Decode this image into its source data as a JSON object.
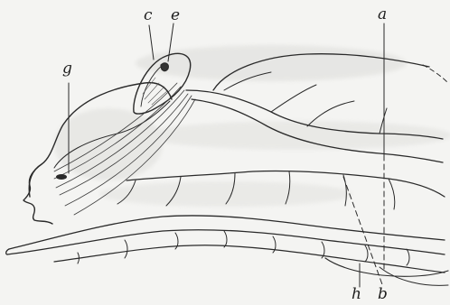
{
  "figure": {
    "labels": {
      "a": "a",
      "b": "b",
      "c": "c",
      "e": "e",
      "g": "g",
      "h": "h"
    }
  },
  "colors": {
    "ink": "#2a2a2a",
    "background": "#f4f4f2",
    "shade": "#9a9a98"
  }
}
